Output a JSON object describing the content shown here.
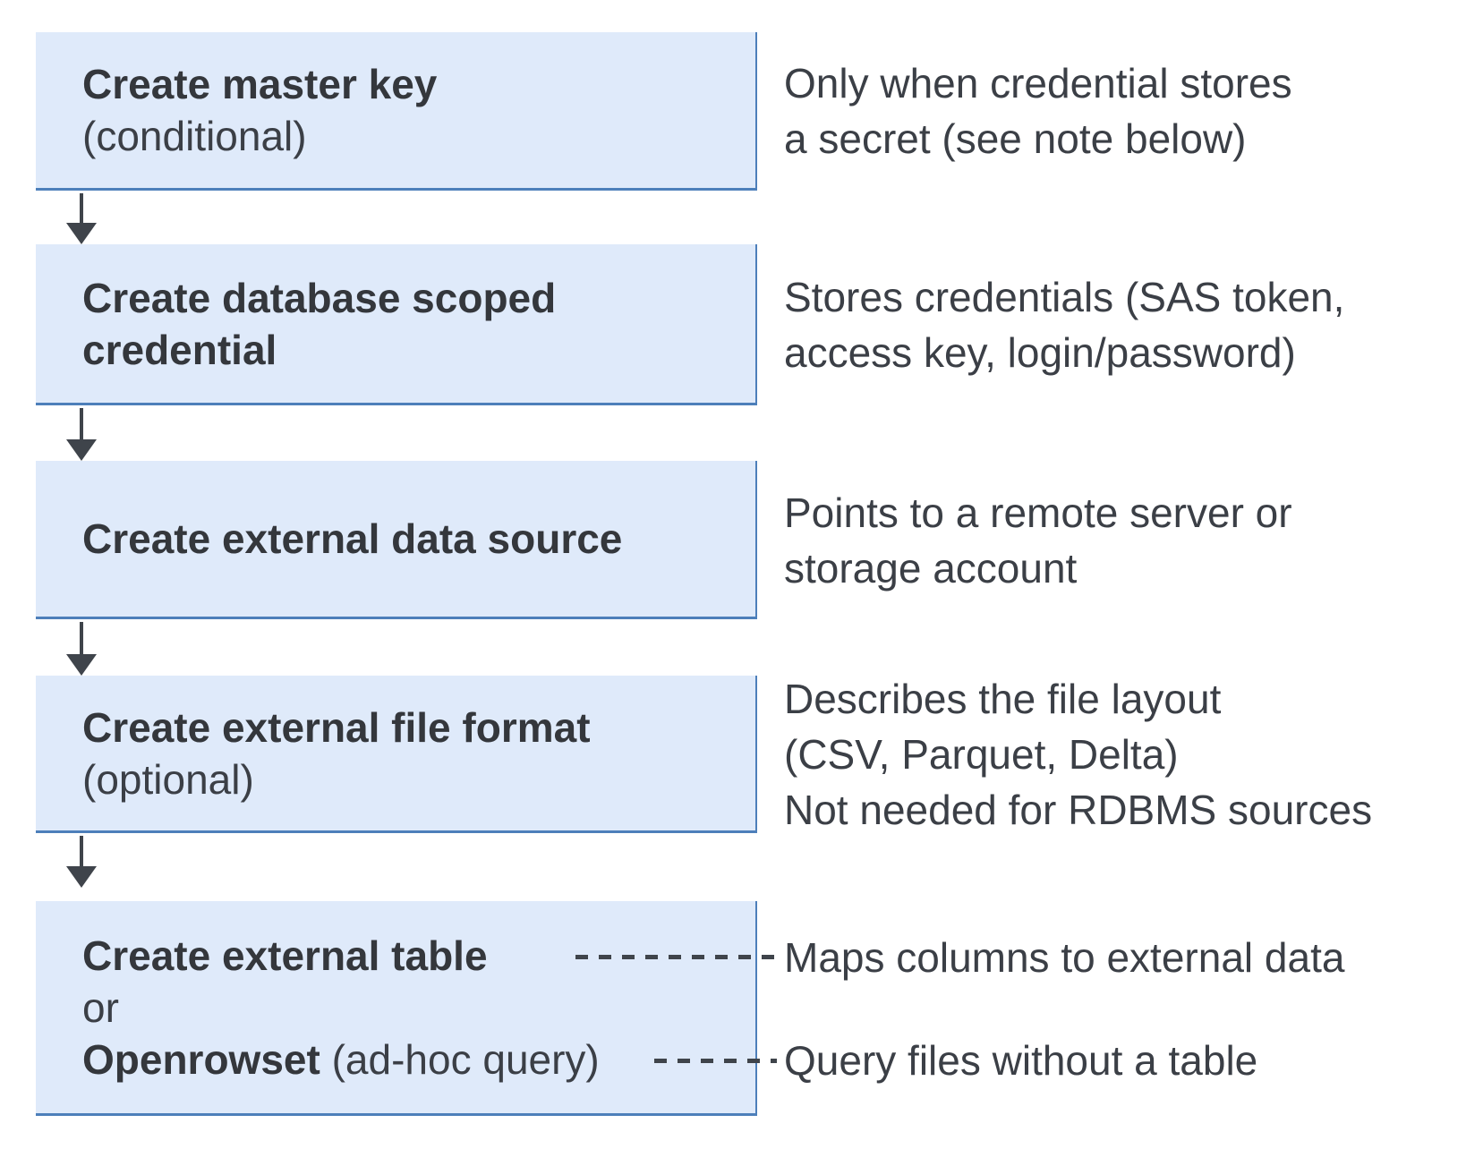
{
  "colors": {
    "box_fill": "#dfeafa",
    "box_border": "#4d7fba",
    "title_text": "#34373c",
    "body_text": "#3b3f46",
    "arrow": "#3f444b"
  },
  "boxes": {
    "box1": {
      "title": "Create master key",
      "subtitle": "(conditional)"
    },
    "box2": {
      "title_line1": "Create database scoped",
      "title_line2": "credential"
    },
    "box3": {
      "title": "Create external data source"
    },
    "box4": {
      "title": "Create external file format",
      "subtitle": "(optional)"
    },
    "box5": {
      "line1_bold": "Create external table",
      "line2": "or",
      "line3_bold": "Openrowset",
      "line3_regular": " (ad-hoc query)"
    }
  },
  "notes": {
    "note1": {
      "line1": "Only when credential stores",
      "line2": "a secret (see note below)"
    },
    "note2": {
      "line1": "Stores credentials (SAS token,",
      "line2": "access key, login/password)"
    },
    "note3": {
      "line1": "Points to a remote server or",
      "line2": "storage account"
    },
    "note4": {
      "line1": "Describes the file layout",
      "line2": "(CSV, Parquet, Delta)",
      "line3": "Not needed for RDBMS sources"
    },
    "note5": {
      "text": "Maps columns to external data"
    },
    "note6": {
      "text": "Query files without a table"
    }
  }
}
